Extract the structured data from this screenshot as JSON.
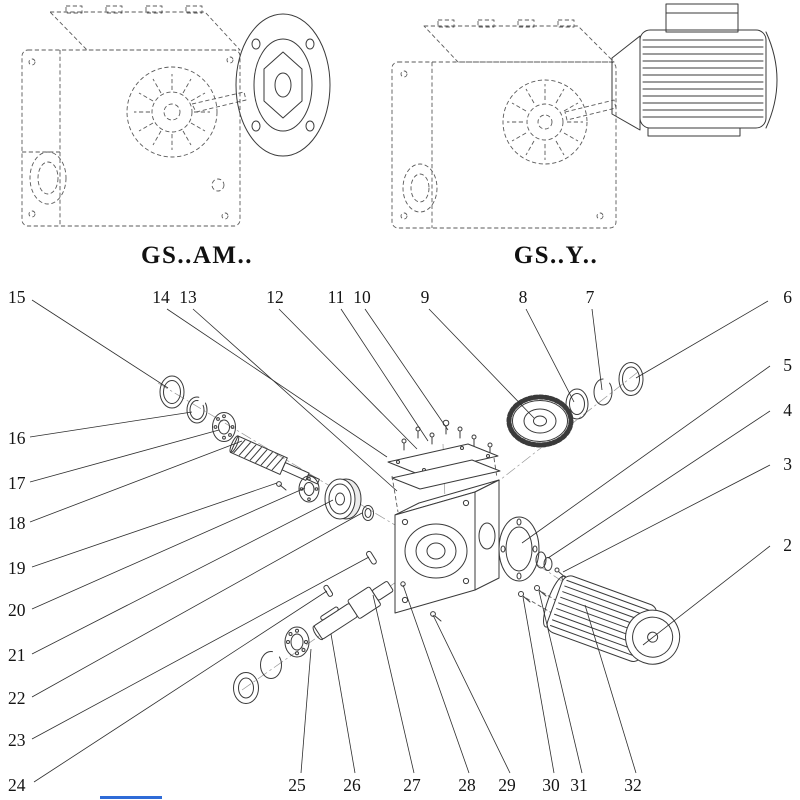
{
  "page": {
    "background": "#ffffff",
    "line_color": "#3a3a3a",
    "artifact_color": "#2f6bd7"
  },
  "captions": {
    "left_model": "GS..AM..",
    "right_model": "GS..Y.."
  },
  "callouts": [
    {
      "num": "2"
    },
    {
      "num": "3"
    },
    {
      "num": "4"
    },
    {
      "num": "5"
    },
    {
      "num": "6"
    },
    {
      "num": "7"
    },
    {
      "num": "8"
    },
    {
      "num": "9"
    },
    {
      "num": "10"
    },
    {
      "num": "11"
    },
    {
      "num": "12"
    },
    {
      "num": "13"
    },
    {
      "num": "14"
    },
    {
      "num": "15"
    },
    {
      "num": "16"
    },
    {
      "num": "17"
    },
    {
      "num": "18"
    },
    {
      "num": "19"
    },
    {
      "num": "20"
    },
    {
      "num": "21"
    },
    {
      "num": "22"
    },
    {
      "num": "23"
    },
    {
      "num": "24"
    },
    {
      "num": "25"
    },
    {
      "num": "26"
    },
    {
      "num": "27"
    },
    {
      "num": "28"
    },
    {
      "num": "29"
    },
    {
      "num": "30"
    },
    {
      "num": "31"
    },
    {
      "num": "32"
    }
  ]
}
